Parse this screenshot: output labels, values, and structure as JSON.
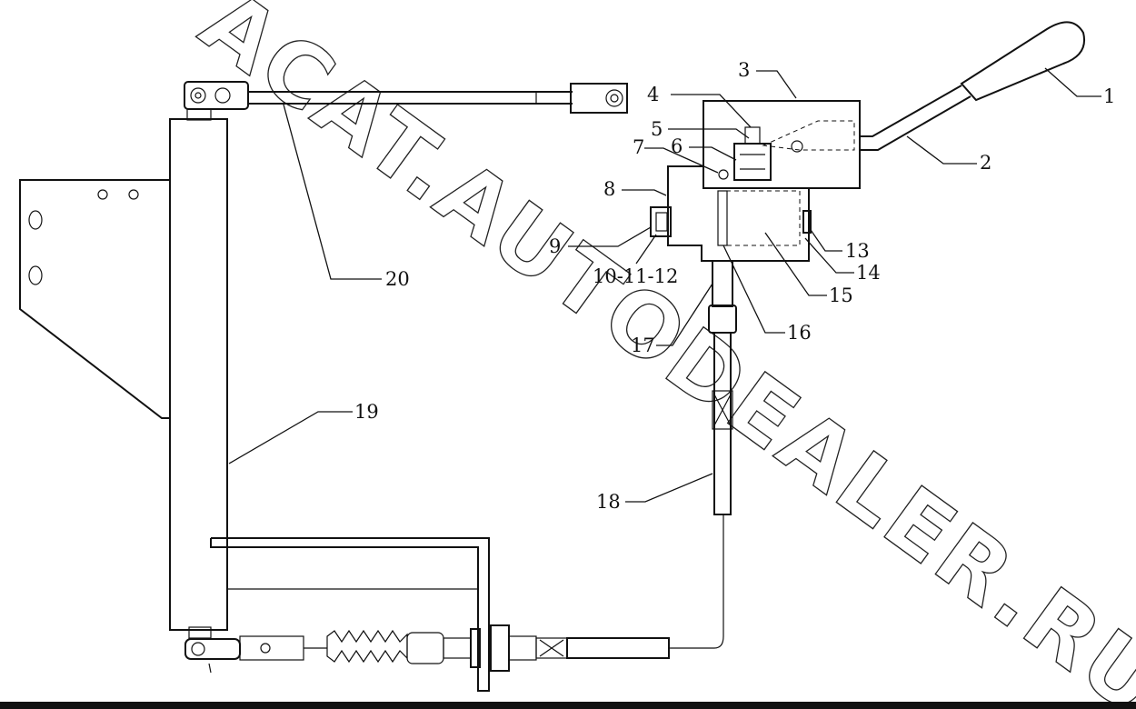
{
  "diagram": {
    "watermark": "ACAT.AUTODEALER.RU",
    "callouts": [
      {
        "id": "c1",
        "text": "1"
      },
      {
        "id": "c2",
        "text": "2"
      },
      {
        "id": "c3",
        "text": "3"
      },
      {
        "id": "c4",
        "text": "4"
      },
      {
        "id": "c5",
        "text": "5"
      },
      {
        "id": "c6",
        "text": "6"
      },
      {
        "id": "c7",
        "text": "7"
      },
      {
        "id": "c8",
        "text": "8"
      },
      {
        "id": "c9",
        "text": "9"
      },
      {
        "id": "c10",
        "text": "10-11-12"
      },
      {
        "id": "c13",
        "text": "13"
      },
      {
        "id": "c14",
        "text": "14"
      },
      {
        "id": "c15",
        "text": "15"
      },
      {
        "id": "c16",
        "text": "16"
      },
      {
        "id": "c17",
        "text": "17"
      },
      {
        "id": "c18",
        "text": "18"
      },
      {
        "id": "c19",
        "text": "19"
      },
      {
        "id": "c20",
        "text": "20"
      }
    ]
  }
}
